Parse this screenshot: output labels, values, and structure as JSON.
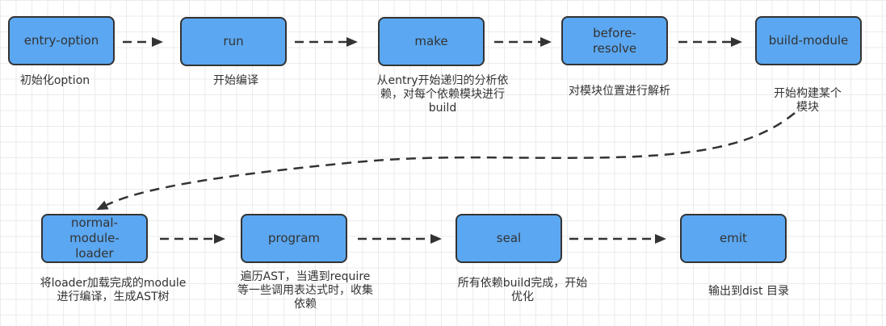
{
  "nodes": [
    {
      "label": "entry-option",
      "caption": "初始化option"
    },
    {
      "label": "run",
      "caption": "开始编译"
    },
    {
      "label": "make",
      "caption": "从entry开始递归的分析依\n赖，对每个依赖模块进行\nbuild"
    },
    {
      "label": "before-\nresolve",
      "caption": "对模块位置进行解析"
    },
    {
      "label": "build-module",
      "caption": "开始构建某个模块"
    },
    {
      "label": "normal-\nmodule-\nloader",
      "caption": "将loader加载完成的module\n进行编译，生成AST树"
    },
    {
      "label": "program",
      "caption": "遍历AST，当遇到require\n等一些调用表达式时，收集\n依赖"
    },
    {
      "label": "seal",
      "caption": "所有依赖build完成，开始\n优化"
    },
    {
      "label": "emit",
      "caption": "输出到dist 目录"
    }
  ],
  "colors": {
    "node_fill": "#5BA7F1",
    "node_border": "#333333",
    "arrow": "#333333",
    "text": "#333333",
    "grid": "#ebebeb",
    "background": "#ffffff"
  }
}
